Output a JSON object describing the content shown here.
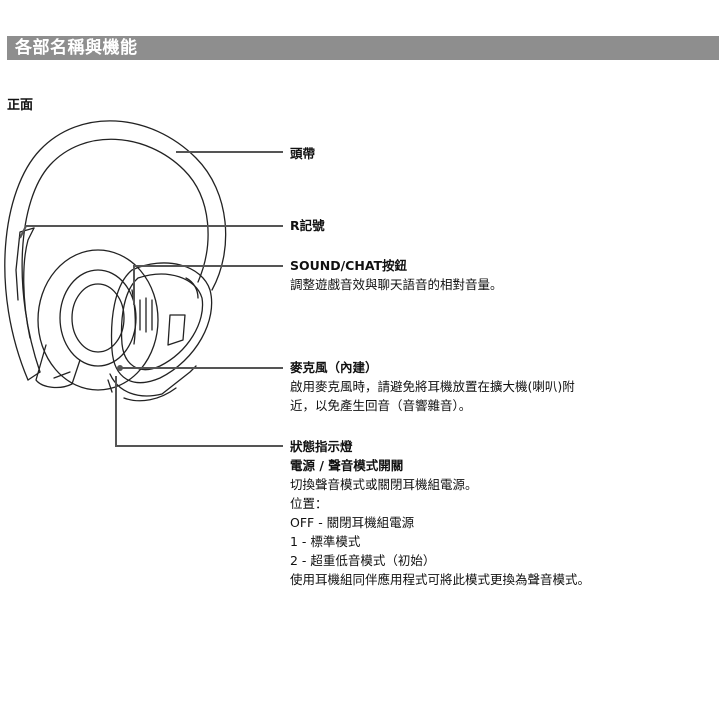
{
  "section_title": "各部名稱與機能",
  "subheading": "正面",
  "callouts": {
    "headband": {
      "title": "頭帶"
    },
    "r_mark": {
      "title": "R記號"
    },
    "sound_chat": {
      "title": "SOUND/CHAT按鈕",
      "desc": "調整遊戲音效與聊天語音的相對音量。"
    },
    "mic": {
      "title": "麥克風（內建）",
      "desc1": "啟用麥克風時，請避免將耳機放置在擴大機(喇叭)附",
      "desc2": "近，以免產生回音（音響雜音）。"
    },
    "status": {
      "title1": "狀態指示燈",
      "title2": "電源 / 聲音模式開關",
      "desc": "切換聲音模式或關閉耳機組電源。",
      "pos_label": "位置：",
      "pos_off": "OFF - 關閉耳機組電源",
      "pos_1": "1 - 標準模式",
      "pos_2": "2 - 超重低音模式（初始）",
      "note": "使用耳機組同伴應用程式可將此模式更換為聲音模式。"
    }
  },
  "colors": {
    "bar": "#8e8e8e",
    "line": "#555555"
  }
}
